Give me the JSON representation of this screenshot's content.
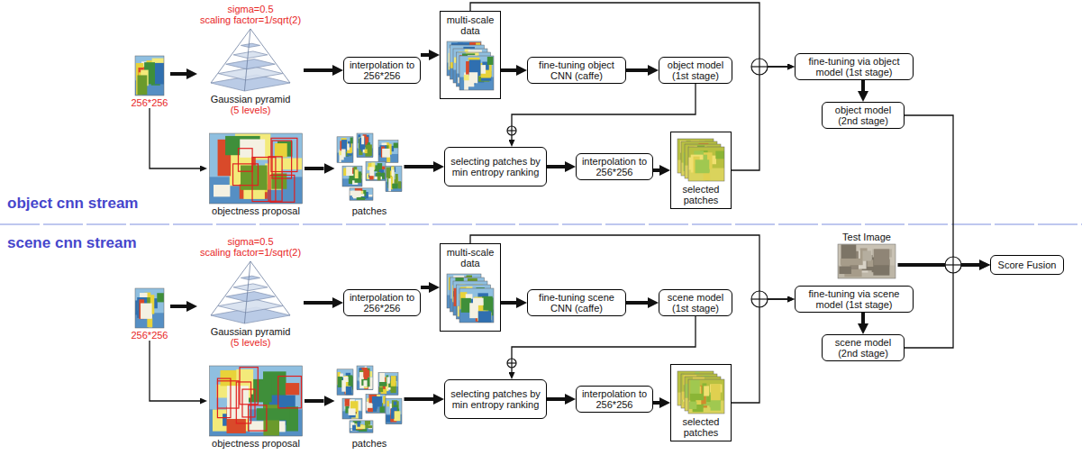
{
  "diagram": {
    "nodes": [
      {
        "text": [
          "256*256"
        ]
      },
      {
        "text": [
          "sigma=0.5",
          "scaling factor=1/sqrt(2)",
          "Gaussian pyramid",
          "(5 levels)"
        ]
      },
      {
        "text": [
          "interpolation to 256*256"
        ]
      },
      {
        "text": [
          "multi-scale data"
        ]
      },
      {
        "text": [
          "fine-tuning object CNN (caffe)"
        ]
      },
      {
        "text": [
          "object model (1st stage)"
        ]
      },
      {
        "text": [
          "objectness proposal"
        ]
      },
      {
        "text": [
          "patches"
        ]
      },
      {
        "text": [
          "selecting patches by min entropy ranking"
        ]
      },
      {
        "text": [
          "interpolation to 256*256"
        ]
      },
      {
        "text": [
          "selected patches"
        ]
      },
      {
        "text": [
          "fine-tuning via object model (1st stage)"
        ]
      },
      {
        "text": [
          "object model (2nd stage)"
        ]
      },
      {
        "text": [
          "256*256"
        ]
      },
      {
        "text": [
          "sigma=0.5",
          "scaling factor=1/sqrt(2)",
          "Gaussian pyramid",
          "(5 levels)"
        ]
      },
      {
        "text": [
          "interpolation to 256*256"
        ]
      },
      {
        "text": [
          "multi-scale data"
        ]
      },
      {
        "text": [
          "fine-tuning scene CNN (caffe)"
        ]
      },
      {
        "text": [
          "scene model (1st stage)"
        ]
      },
      {
        "text": [
          "objectness proposal"
        ]
      },
      {
        "text": [
          "patches"
        ]
      },
      {
        "text": [
          "selecting patches by min entropy ranking"
        ]
      },
      {
        "text": [
          "interpolation to 256*256"
        ]
      },
      {
        "text": [
          "selected patches"
        ]
      },
      {
        "text": [
          "fine-tuning via scene model (1st stage)"
        ]
      },
      {
        "text": [
          "scene model (2nd stage)"
        ]
      },
      {
        "text": [
          "Test Image"
        ]
      },
      {
        "text": [
          "Score Fusion"
        ]
      }
    ],
    "edges": [
      {
        "from": 0,
        "to": 1,
        "arrow": "to"
      },
      {
        "from": 1,
        "to": 2,
        "arrow": "to"
      },
      {
        "from": 2,
        "to": 3,
        "arrow": "to"
      },
      {
        "from": 3,
        "to": 4,
        "arrow": "to"
      },
      {
        "from": 4,
        "to": 5,
        "arrow": "to"
      },
      {
        "from": 0,
        "to": 6,
        "arrow": "to"
      },
      {
        "from": 6,
        "to": 7,
        "arrow": "to"
      },
      {
        "from": 7,
        "to": 8,
        "arrow": "to"
      },
      {
        "from": 5,
        "to": 8,
        "arrow": "to"
      },
      {
        "from": 8,
        "to": 9,
        "arrow": "to"
      },
      {
        "from": 9,
        "to": 10,
        "arrow": "to"
      },
      {
        "from": 3,
        "to": 11,
        "arrow": "to"
      },
      {
        "from": 10,
        "to": 11,
        "arrow": "to"
      },
      {
        "from": 11,
        "to": 12,
        "arrow": "to"
      },
      {
        "from": 12,
        "to": 27,
        "arrow": "to"
      },
      {
        "from": 13,
        "to": 14,
        "arrow": "to"
      },
      {
        "from": 14,
        "to": 15,
        "arrow": "to"
      },
      {
        "from": 15,
        "to": 16,
        "arrow": "to"
      },
      {
        "from": 16,
        "to": 17,
        "arrow": "to"
      },
      {
        "from": 17,
        "to": 18,
        "arrow": "to"
      },
      {
        "from": 13,
        "to": 19,
        "arrow": "to"
      },
      {
        "from": 19,
        "to": 20,
        "arrow": "to"
      },
      {
        "from": 20,
        "to": 21,
        "arrow": "to"
      },
      {
        "from": 18,
        "to": 21,
        "arrow": "to"
      },
      {
        "from": 21,
        "to": 22,
        "arrow": "to"
      },
      {
        "from": 22,
        "to": 23,
        "arrow": "to"
      },
      {
        "from": 16,
        "to": 24,
        "arrow": "to"
      },
      {
        "from": 23,
        "to": 24,
        "arrow": "to"
      },
      {
        "from": 24,
        "to": 25,
        "arrow": "to"
      },
      {
        "from": 25,
        "to": 27,
        "arrow": "to"
      },
      {
        "from": 26,
        "to": 27,
        "arrow": "to"
      }
    ],
    "labels": [
      "object cnn stream",
      "scene cnn stream"
    ]
  }
}
